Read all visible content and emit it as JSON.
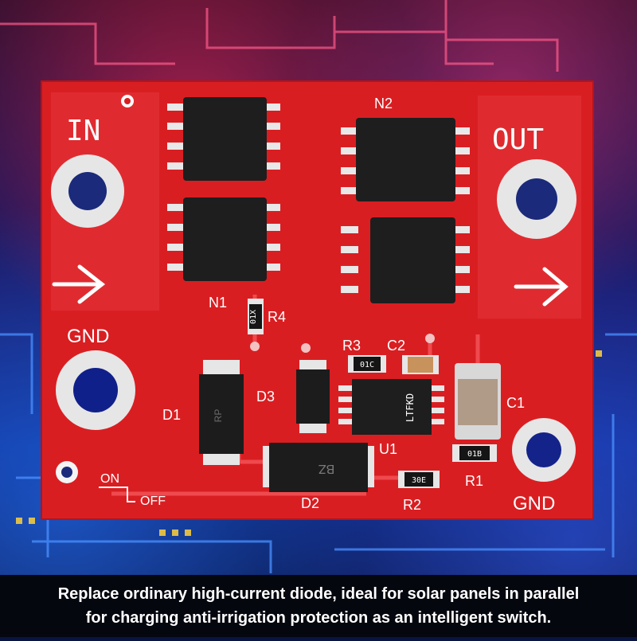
{
  "board": {
    "in_label": "IN",
    "out_label": "OUT",
    "gnd_left_label": "GND",
    "gnd_right_label": "GND",
    "n1": "N1",
    "n2": "N2",
    "r4": "R4",
    "r3": "R3",
    "c2": "C2",
    "d1": "D1",
    "d3": "D3",
    "u1": "U1",
    "c1": "C1",
    "r1": "R1",
    "d2": "D2",
    "r2": "R2",
    "on": "ON",
    "off": "OFF",
    "u1_marking": "LTFKD",
    "d2_marking": "BZ",
    "d1_marking": "RP",
    "r4_marking": "01X",
    "r3_marking": "01C",
    "r1_marking": "01B",
    "r2_marking": "30E",
    "colors": {
      "pcb": "#d91e22",
      "pad": "#e6e6e6",
      "chip": "#1e1e1e",
      "background": "#0a1440"
    }
  },
  "caption": {
    "line1": "Replace ordinary high-current diode, ideal for solar panels in parallel",
    "line2": "for charging anti-irrigation protection as an intelligent switch."
  }
}
